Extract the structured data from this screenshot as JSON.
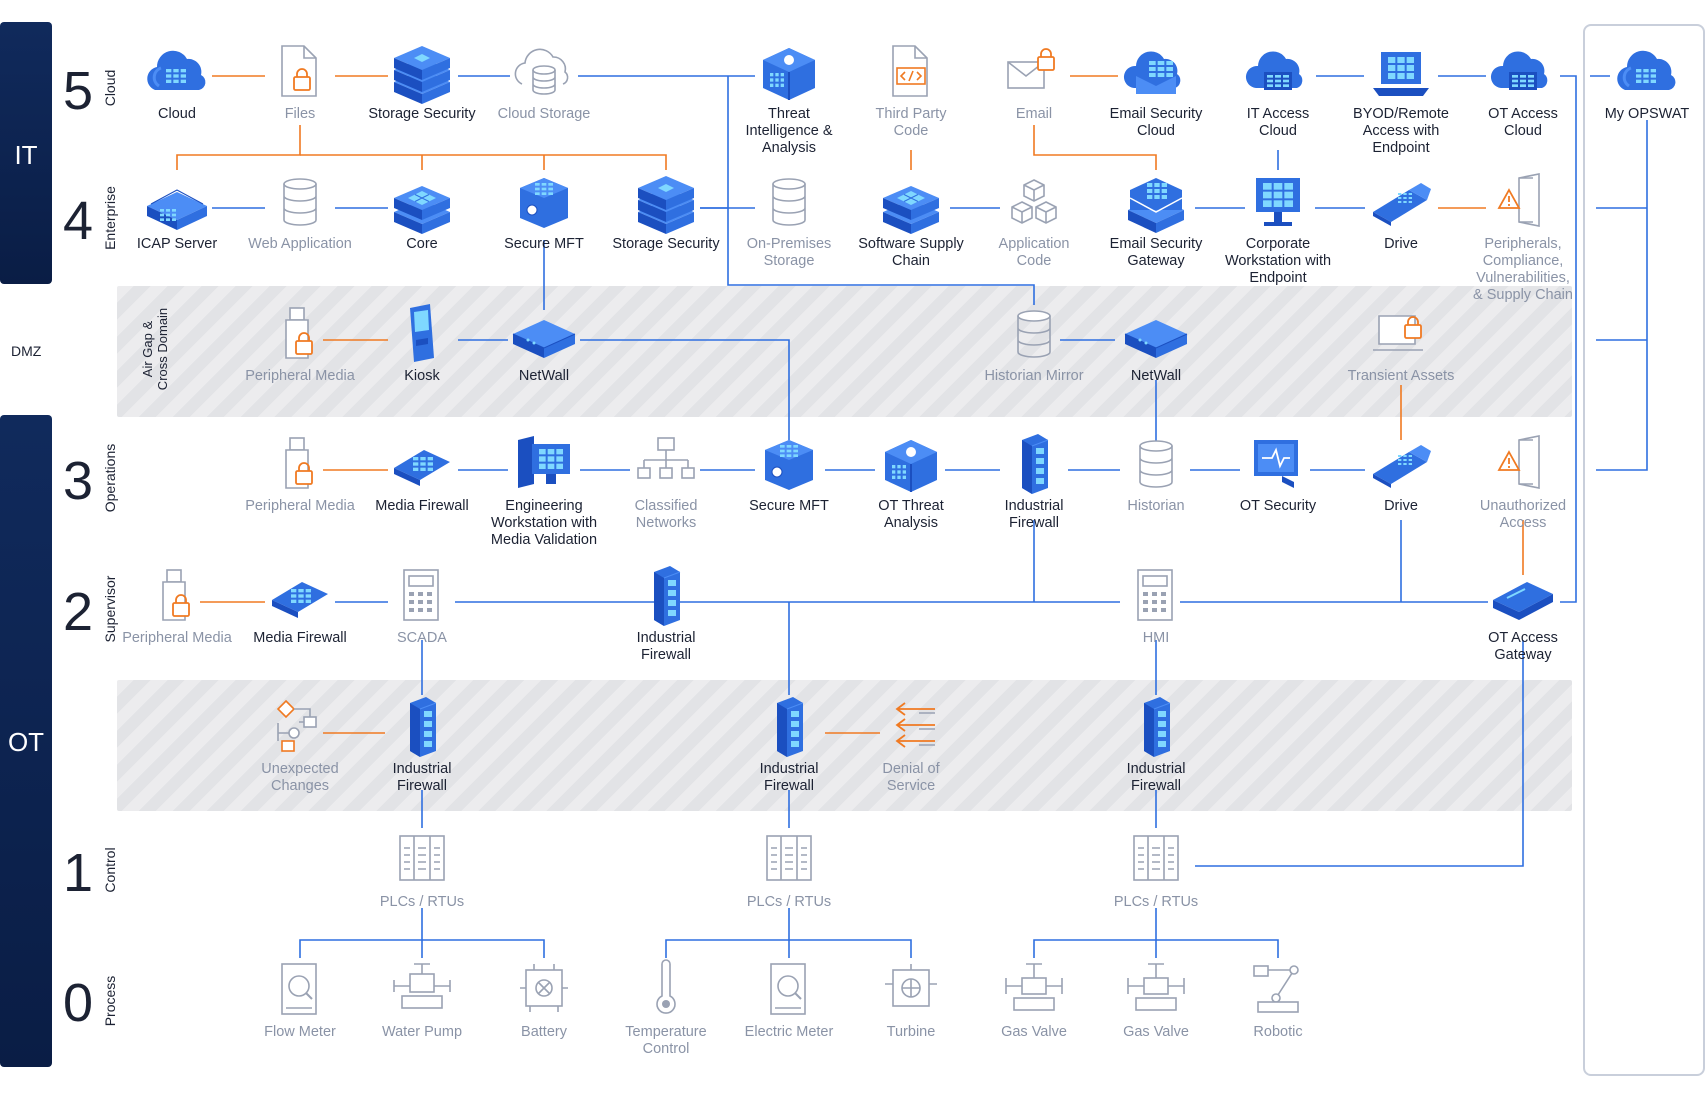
{
  "bands": {
    "it": "IT",
    "ot": "OT"
  },
  "levels": [
    {
      "num": "5",
      "name": "Cloud"
    },
    {
      "num": "4",
      "name": "Enterprise"
    },
    {
      "num": "3",
      "name": "Operations"
    },
    {
      "num": "2",
      "name": "Supervisor"
    },
    {
      "num": "1",
      "name": "Control"
    },
    {
      "num": "0",
      "name": "Process"
    }
  ],
  "dmz_label": "DMZ",
  "zone_label": "Air Gap &\nCross Domain",
  "colors": {
    "blue": "#2f6fe0",
    "orange": "#f07a22",
    "navy": "#0b1f49",
    "grey": "#8a93a6"
  },
  "nodes": {
    "cloud": {
      "label": "Cloud",
      "icon": "cloud-icon",
      "style": "dark"
    },
    "files": {
      "label": "Files",
      "icon": "file-lock-icon",
      "style": "light"
    },
    "storage_security_5": {
      "label": "Storage Security",
      "icon": "storage-security-icon",
      "style": "dark"
    },
    "cloud_storage": {
      "label": "Cloud Storage",
      "icon": "cloud-storage-icon",
      "style": "light"
    },
    "threat_intel": {
      "label": "Threat\nIntelligence &\nAnalysis",
      "icon": "threat-intel-icon",
      "style": "dark"
    },
    "third_party_code": {
      "label": "Third Party\nCode",
      "icon": "code-file-icon",
      "style": "light"
    },
    "email": {
      "label": "Email",
      "icon": "email-lock-icon",
      "style": "light"
    },
    "email_security_cloud": {
      "label": "Email Security\nCloud",
      "icon": "email-security-cloud-icon",
      "style": "dark"
    },
    "it_access_cloud": {
      "label": "IT Access\nCloud",
      "icon": "access-cloud-icon",
      "style": "dark"
    },
    "byod": {
      "label": "BYOD/Remote\nAccess with\nEndpoint",
      "icon": "laptop-icon",
      "style": "dark"
    },
    "ot_access_cloud": {
      "label": "OT Access\nCloud",
      "icon": "access-cloud-icon",
      "style": "dark"
    },
    "my_opswat": {
      "label": "My OPSWAT",
      "icon": "cloud-icon",
      "style": "dark"
    },
    "icap_server": {
      "label": "ICAP Server",
      "icon": "server-icon",
      "style": "dark"
    },
    "web_application": {
      "label": "Web Application",
      "icon": "database-icon",
      "style": "light"
    },
    "core": {
      "label": "Core",
      "icon": "core-icon",
      "style": "dark"
    },
    "secure_mft_4": {
      "label": "Secure MFT",
      "icon": "secure-mft-icon",
      "style": "dark"
    },
    "storage_security_4": {
      "label": "Storage Security",
      "icon": "storage-security-icon",
      "style": "dark"
    },
    "on_prem_storage": {
      "label": "On-Premises\nStorage",
      "icon": "database-icon",
      "style": "light"
    },
    "software_supply_chain": {
      "label": "Software Supply\nChain",
      "icon": "core-icon",
      "style": "dark"
    },
    "application_code": {
      "label": "Application\nCode",
      "icon": "cubes-icon",
      "style": "light"
    },
    "email_security_gateway": {
      "label": "Email Security\nGateway",
      "icon": "email-gateway-icon",
      "style": "dark"
    },
    "corporate_workstation": {
      "label": "Corporate\nWorkstation with\nEndpoint",
      "icon": "monitor-icon",
      "style": "dark"
    },
    "drive_4": {
      "label": "Drive",
      "icon": "usb-drive-icon",
      "style": "dark"
    },
    "peripherals": {
      "label": "Peripherals,\nCompliance,\nVulnerabilities,\n& Supply Chain",
      "icon": "door-warning-icon",
      "style": "light"
    },
    "peripheral_media_dmz": {
      "label": "Peripheral Media",
      "icon": "usb-lock-icon",
      "style": "light"
    },
    "kiosk": {
      "label": "Kiosk",
      "icon": "kiosk-icon",
      "style": "dark"
    },
    "netwall_1": {
      "label": "NetWall",
      "icon": "netwall-icon",
      "style": "dark"
    },
    "historian_mirror": {
      "label": "Historian Mirror",
      "icon": "database-icon",
      "style": "light"
    },
    "netwall_2": {
      "label": "NetWall",
      "icon": "netwall-icon",
      "style": "dark"
    },
    "transient_assets": {
      "label": "Transient Assets",
      "icon": "laptop-lock-icon",
      "style": "light"
    },
    "peripheral_media_3": {
      "label": "Peripheral Media",
      "icon": "usb-lock-icon",
      "style": "light"
    },
    "media_firewall_3": {
      "label": "Media Firewall",
      "icon": "media-firewall-icon",
      "style": "dark"
    },
    "engineering_ws": {
      "label": "Engineering\nWorkstation with\nMedia Validation",
      "icon": "engineering-ws-icon",
      "style": "dark"
    },
    "classified_networks": {
      "label": "Classified\nNetworks",
      "icon": "network-icon",
      "style": "light"
    },
    "secure_mft_3": {
      "label": "Secure MFT",
      "icon": "secure-mft-icon",
      "style": "dark"
    },
    "ot_threat_analysis": {
      "label": "OT Threat\nAnalysis",
      "icon": "threat-intel-icon",
      "style": "dark"
    },
    "industrial_fw_3": {
      "label": "Industrial\nFirewall",
      "icon": "industrial-firewall-icon",
      "style": "dark"
    },
    "historian": {
      "label": "Historian",
      "icon": "database-icon",
      "style": "light"
    },
    "ot_security": {
      "label": "OT Security",
      "icon": "ot-monitor-icon",
      "style": "dark"
    },
    "drive_3": {
      "label": "Drive",
      "icon": "usb-drive-icon",
      "style": "dark"
    },
    "unauthorized_access": {
      "label": "Unauthorized\nAccess",
      "icon": "door-warning-icon",
      "style": "light"
    },
    "peripheral_media_2": {
      "label": "Peripheral Media",
      "icon": "usb-lock-icon",
      "style": "light"
    },
    "media_firewall_2": {
      "label": "Media Firewall",
      "icon": "media-firewall-icon",
      "style": "dark"
    },
    "scada": {
      "label": "SCADA",
      "icon": "scada-icon",
      "style": "light"
    },
    "industrial_fw_2": {
      "label": "Industrial\nFirewall",
      "icon": "industrial-firewall-icon",
      "style": "dark"
    },
    "hmi": {
      "label": "HMI",
      "icon": "scada-icon",
      "style": "light"
    },
    "ot_access_gateway": {
      "label": "OT Access\nGateway",
      "icon": "gateway-icon",
      "style": "dark"
    },
    "unexpected_changes": {
      "label": "Unexpected\nChanges",
      "icon": "flow-changes-icon",
      "style": "light"
    },
    "industrial_fw_a": {
      "label": "Industrial\nFirewall",
      "icon": "industrial-firewall-icon",
      "style": "dark"
    },
    "industrial_fw_b": {
      "label": "Industrial\nFirewall",
      "icon": "industrial-firewall-icon",
      "style": "dark"
    },
    "denial_of_service": {
      "label": "Denial of\nService",
      "icon": "arrows-attack-icon",
      "style": "light"
    },
    "industrial_fw_c": {
      "label": "Industrial\nFirewall",
      "icon": "industrial-firewall-icon",
      "style": "dark"
    },
    "plc_a": {
      "label": "PLCs / RTUs",
      "icon": "plc-icon",
      "style": "light"
    },
    "plc_b": {
      "label": "PLCs / RTUs",
      "icon": "plc-icon",
      "style": "light"
    },
    "plc_c": {
      "label": "PLCs / RTUs",
      "icon": "plc-icon",
      "style": "light"
    },
    "flow_meter": {
      "label": "Flow Meter",
      "icon": "meter-icon",
      "style": "light"
    },
    "water_pump": {
      "label": "Water Pump",
      "icon": "pump-icon",
      "style": "light"
    },
    "battery": {
      "label": "Battery",
      "icon": "battery-icon",
      "style": "light"
    },
    "temperature_control": {
      "label": "Temperature\nControl",
      "icon": "thermometer-icon",
      "style": "light"
    },
    "electric_meter": {
      "label": "Electric Meter",
      "icon": "meter-icon",
      "style": "light"
    },
    "turbine": {
      "label": "Turbine",
      "icon": "turbine-icon",
      "style": "light"
    },
    "gas_valve_1": {
      "label": "Gas Valve",
      "icon": "valve-icon",
      "style": "light"
    },
    "gas_valve_2": {
      "label": "Gas Valve",
      "icon": "valve-icon",
      "style": "light"
    },
    "robotic": {
      "label": "Robotic",
      "icon": "robot-arm-icon",
      "style": "light"
    }
  }
}
